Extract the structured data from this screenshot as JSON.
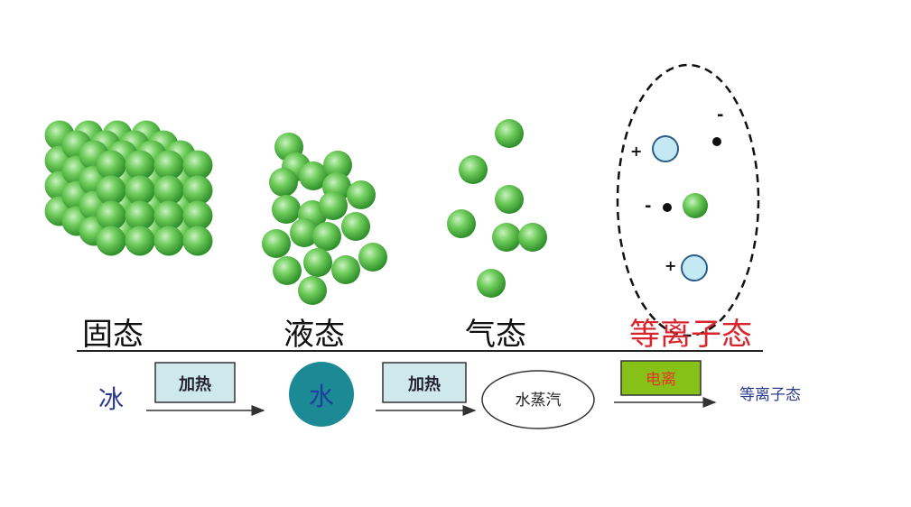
{
  "states": {
    "solid": "固态",
    "liquid": "液态",
    "gas": "气态",
    "plasma": "等离子态"
  },
  "process": {
    "ice": "冰",
    "heat1": "加热",
    "water": "水",
    "heat2": "加热",
    "steam": "水蒸汽",
    "ionize": "电离",
    "plasma": "等离子态"
  },
  "plasma_charges": {
    "plus": "+",
    "minus": "-"
  },
  "colors": {
    "particle": "#4caf3f",
    "particle_light": "#b9ecb0",
    "ion": "#bfe6f2",
    "ion_stroke": "#2a5d8a",
    "plasma_label": "#d8252b",
    "water": "#1b8a94",
    "box_fill": "#cfe8ec",
    "ionize_box": "#86c118",
    "ionize_text": "#e83524",
    "process_text": "#2a3b8c"
  }
}
